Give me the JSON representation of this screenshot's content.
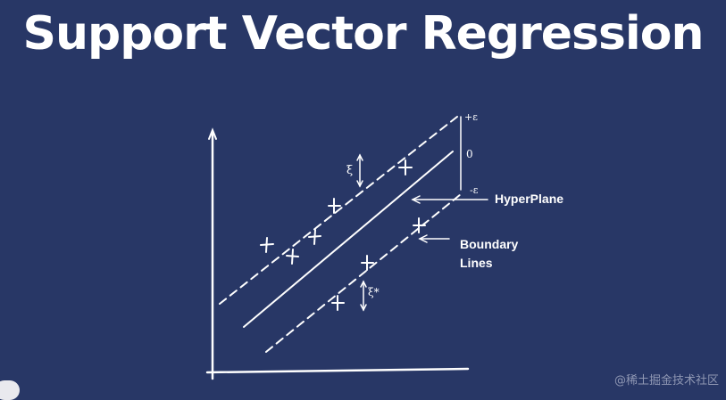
{
  "title": "Support Vector Regression",
  "labels": {
    "hyperplane": "HyperPlane",
    "boundary_line1": "Boundary",
    "boundary_line2": "Lines",
    "plus_epsilon": "+ε",
    "zero": "0",
    "minus_epsilon": "-ε",
    "xi": "ξ",
    "xi_star": "ξ*"
  },
  "watermark": "@稀土掘金技术社区",
  "colors": {
    "background": "#283766",
    "foreground": "#ffffff"
  }
}
